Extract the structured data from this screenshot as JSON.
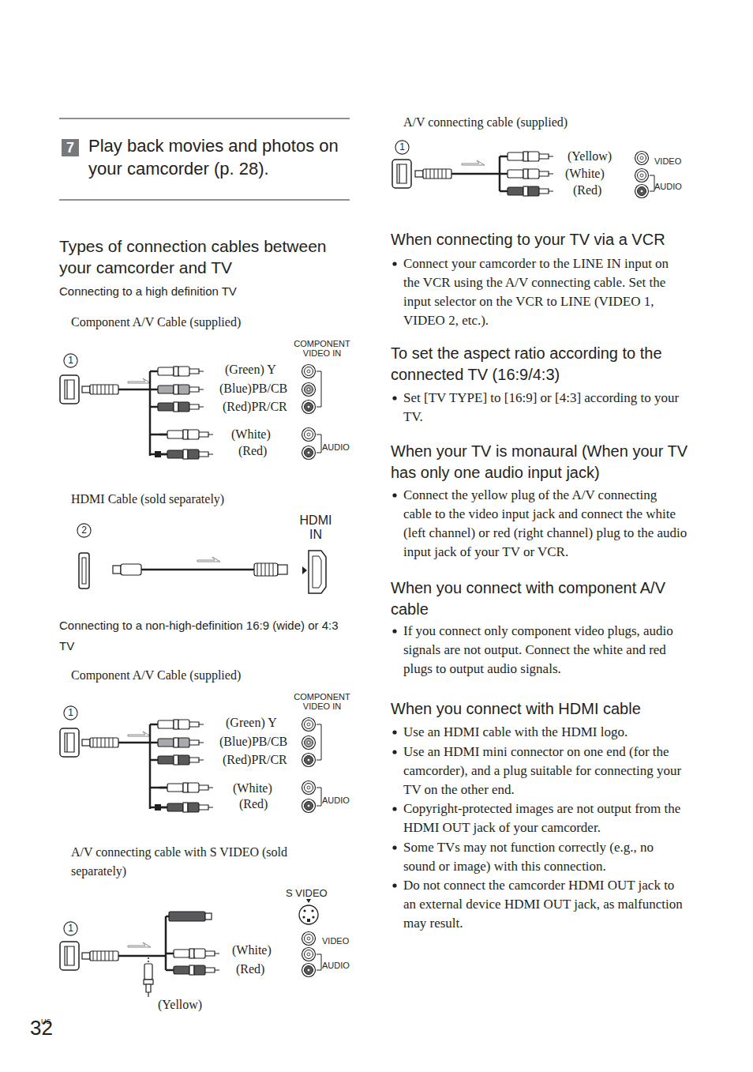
{
  "diagram": {
    "title": "Types of connection cables between your camcorder and TV",
    "nodes": [
      {
        "text": [
          "7",
          "Play back movies and photos on your camcorder (p. 28)."
        ]
      },
      {
        "text": [
          "1"
        ]
      },
      {
        "text": [
          "2"
        ]
      },
      {
        "text": [
          "1"
        ]
      },
      {
        "text": [
          "1"
        ]
      },
      {
        "text": [
          "1"
        ]
      }
    ],
    "labels": [
      "Connecting to a high definition TV",
      "Component A/V Cable (supplied)",
      "COMPONENT VIDEO IN",
      "(Green) Y",
      "(Blue)PB/CB",
      "(Red)PR/CR",
      "(White)",
      "(Red)",
      "AUDIO",
      "HDMI Cable (sold separately)",
      "HDMI IN",
      "Connecting to a non-high-definition 16:9 (wide) or 4:3 TV",
      "Component A/V Cable (supplied)",
      "COMPONENT VIDEO IN",
      "(Green) Y",
      "(Blue)PB/CB",
      "(Red)PR/CR",
      "(White)",
      "(Red)",
      "AUDIO",
      "A/V connecting cable with S VIDEO (sold separately)",
      "S VIDEO",
      "VIDEO",
      "(White)",
      "AUDIO",
      "(Red)",
      "(Yellow)",
      "US",
      "32",
      "A/V connecting cable (supplied)",
      "(Yellow)",
      "(White)",
      "(Red)",
      "VIDEO",
      "AUDIO",
      "When connecting to your TV via a VCR",
      "Connect your camcorder to the LINE IN input on the VCR using the A/V connecting cable. Set the input selector on the VCR to LINE (VIDEO 1, VIDEO 2, etc.).",
      "To set the aspect ratio according to the connected TV (16:9/4:3)",
      "Set [TV TYPE] to [16:9] or [4:3] according to your TV.",
      "When your TV is monaural (When your TV has only one audio input jack)",
      "Connect the yellow plug of the A/V connecting cable to the video input jack and connect the white (left channel) or red (right channel) plug to the audio input jack of your TV or VCR.",
      "When you connect with component A/V cable",
      "If you connect only component video plugs, audio signals are not output. Connect the white and red plugs to output audio signals.",
      "When you connect with HDMI cable",
      "Use an HDMI cable with the HDMI logo.",
      "Use an HDMI mini connector on one end (for the camcorder), and a plug suitable for connecting your TV on the other end.",
      "Copyright-protected images are not output from the HDMI OUT jack of your camcorder.",
      "Some TVs may not function correctly (e.g., no sound or image) with this connection.",
      "Do not connect the camcorder HDMI OUT jack to an external device HDMI OUT jack, as malfunction may result."
    ]
  }
}
